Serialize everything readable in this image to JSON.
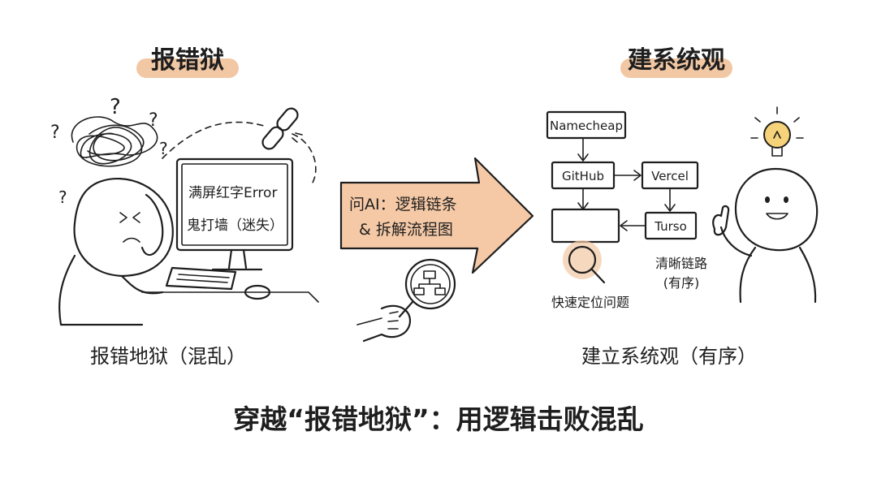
{
  "left": {
    "title": "报错狱",
    "screen_line1": "满屏红字Error",
    "screen_line2": "鬼打墙（迷失）",
    "caption": "报错地狱（混乱）"
  },
  "middle": {
    "arrow_line1": "问AI：逻辑链条",
    "arrow_line2": "& 拆解流程图"
  },
  "right": {
    "title": "建系统观",
    "nodes": {
      "namecheap": "Namecheap",
      "github": "GitHub",
      "vercel": "Vercel",
      "turso": "Turso"
    },
    "magnifier_label": "快速定位问题",
    "clear_chain_line1": "清晰链路",
    "clear_chain_line2": "(有序)",
    "caption": "建立系统观（有序）"
  },
  "bottom_title": "穿越“报错地狱”：用逻辑击败混乱",
  "colors": {
    "accent_peach": "#f2c7a3",
    "arrow_fill": "#f5c9a6",
    "bulb_glow": "#f6d27a",
    "ink": "#1e1e1e"
  }
}
